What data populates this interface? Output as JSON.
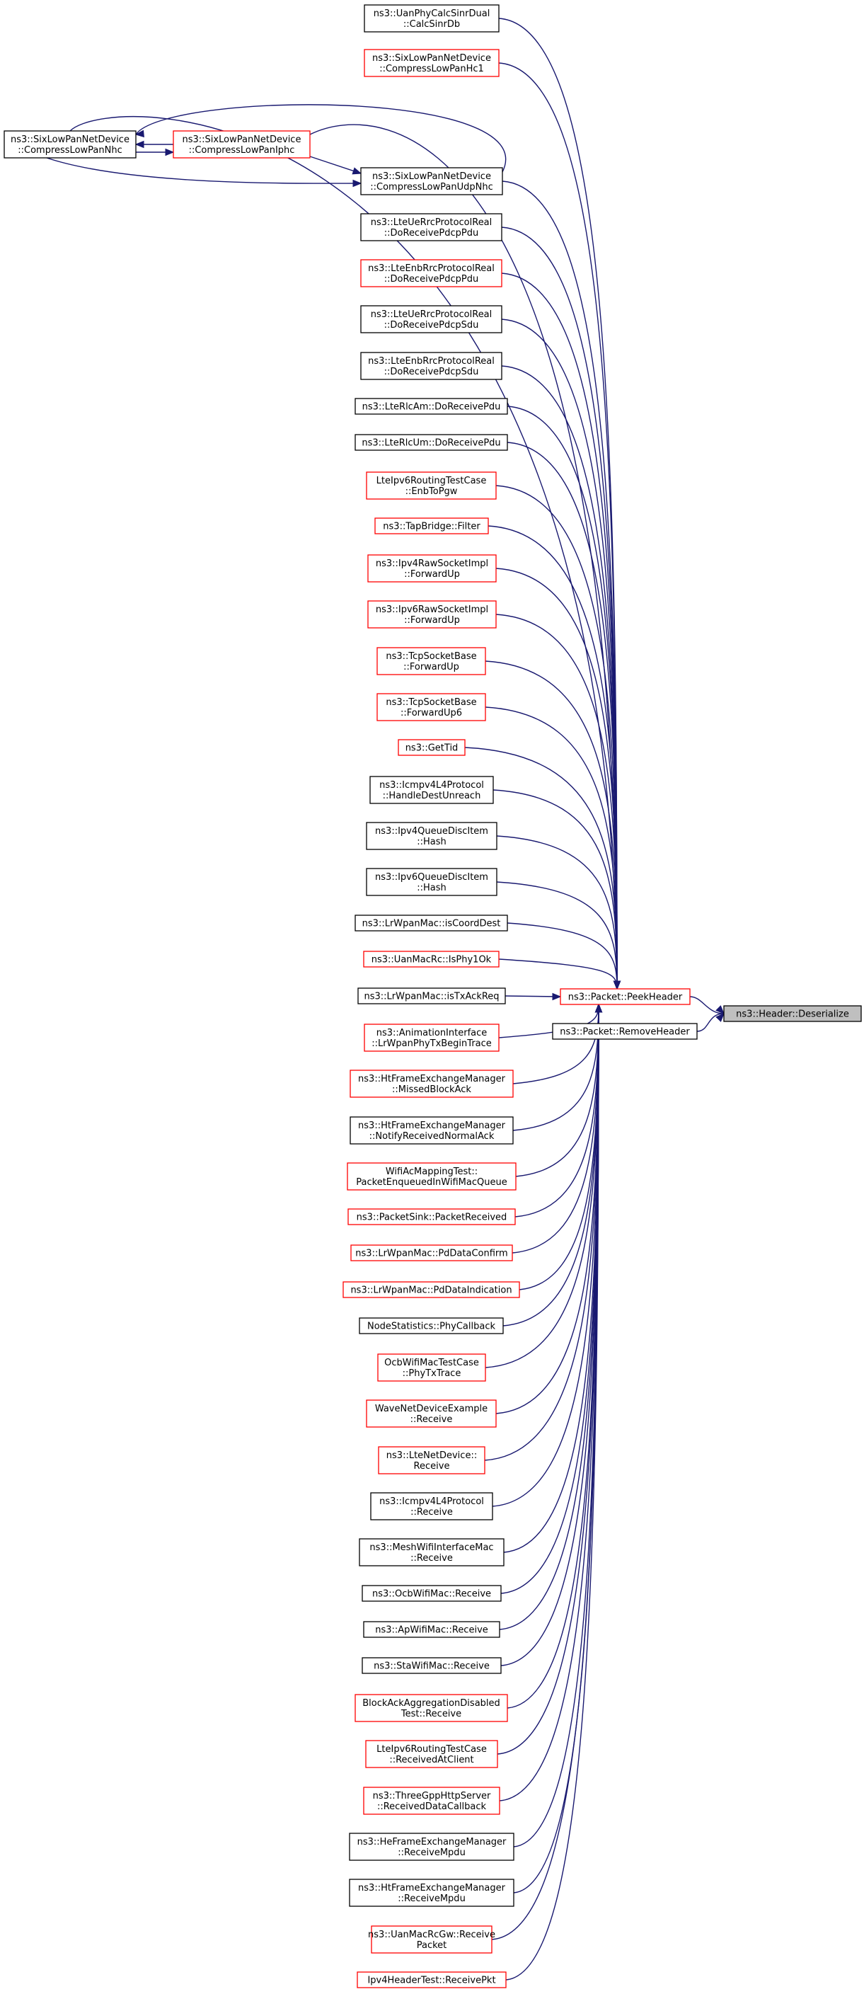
{
  "colors": {
    "edge": "#191970",
    "border_black": "#000000",
    "border_red": "#ff0000",
    "focus_fill": "#bfbfbf",
    "node_fill": "#ffffff"
  },
  "nodes": {
    "deserialize": {
      "lines": [
        "ns3::Header::Deserialize"
      ],
      "border": "black",
      "focus": true
    },
    "peek": {
      "lines": [
        "ns3::Packet::PeekHeader"
      ],
      "border": "red"
    },
    "remove": {
      "lines": [
        "ns3::Packet::RemoveHeader"
      ],
      "border": "black"
    },
    "nhc": {
      "lines": [
        "ns3::SixLowPanNetDevice",
        "::CompressLowPanNhc"
      ],
      "border": "black"
    },
    "iphc": {
      "lines": [
        "ns3::SixLowPanNetDevice",
        "::CompressLowPanIphc"
      ],
      "border": "red"
    },
    "c1": {
      "lines": [
        "ns3::UanPhyCalcSinrDual",
        "::CalcSinrDb"
      ],
      "border": "black"
    },
    "c2": {
      "lines": [
        "ns3::SixLowPanNetDevice",
        "::CompressLowPanHc1"
      ],
      "border": "red"
    },
    "c3": {
      "lines": [
        "ns3::SixLowPanNetDevice",
        "::CompressLowPanUdpNhc"
      ],
      "border": "black"
    },
    "c4": {
      "lines": [
        "ns3::LteUeRrcProtocolReal",
        "::DoReceivePdcpPdu"
      ],
      "border": "black"
    },
    "c5": {
      "lines": [
        "ns3::LteEnbRrcProtocolReal",
        "::DoReceivePdcpPdu"
      ],
      "border": "red"
    },
    "c6": {
      "lines": [
        "ns3::LteUeRrcProtocolReal",
        "::DoReceivePdcpSdu"
      ],
      "border": "black"
    },
    "c7": {
      "lines": [
        "ns3::LteEnbRrcProtocolReal",
        "::DoReceivePdcpSdu"
      ],
      "border": "black"
    },
    "c8": {
      "lines": [
        "ns3::LteRlcAm::DoReceivePdu"
      ],
      "border": "black"
    },
    "c9": {
      "lines": [
        "ns3::LteRlcUm::DoReceivePdu"
      ],
      "border": "black"
    },
    "c10": {
      "lines": [
        "LteIpv6RoutingTestCase",
        "::EnbToPgw"
      ],
      "border": "red"
    },
    "c11": {
      "lines": [
        "ns3::TapBridge::Filter"
      ],
      "border": "red"
    },
    "c12": {
      "lines": [
        "ns3::Ipv4RawSocketImpl",
        "::ForwardUp"
      ],
      "border": "red"
    },
    "c13": {
      "lines": [
        "ns3::Ipv6RawSocketImpl",
        "::ForwardUp"
      ],
      "border": "red"
    },
    "c14": {
      "lines": [
        "ns3::TcpSocketBase",
        "::ForwardUp"
      ],
      "border": "red"
    },
    "c15": {
      "lines": [
        "ns3::TcpSocketBase",
        "::ForwardUp6"
      ],
      "border": "red"
    },
    "c16": {
      "lines": [
        "ns3::GetTid"
      ],
      "border": "red"
    },
    "c17": {
      "lines": [
        "ns3::Icmpv4L4Protocol",
        "::HandleDestUnreach"
      ],
      "border": "black"
    },
    "c18": {
      "lines": [
        "ns3::Ipv4QueueDiscItem",
        "::Hash"
      ],
      "border": "black"
    },
    "c19": {
      "lines": [
        "ns3::Ipv6QueueDiscItem",
        "::Hash"
      ],
      "border": "black"
    },
    "c20": {
      "lines": [
        "ns3::LrWpanMac::isCoordDest"
      ],
      "border": "black"
    },
    "c21": {
      "lines": [
        "ns3::UanMacRc::IsPhy1Ok"
      ],
      "border": "red"
    },
    "c22": {
      "lines": [
        "ns3::LrWpanMac::isTxAckReq"
      ],
      "border": "black"
    },
    "c23": {
      "lines": [
        "ns3::AnimationInterface",
        "::LrWpanPhyTxBeginTrace"
      ],
      "border": "red"
    },
    "c24": {
      "lines": [
        "ns3::HtFrameExchangeManager",
        "::MissedBlockAck"
      ],
      "border": "red"
    },
    "c25": {
      "lines": [
        "ns3::HtFrameExchangeManager",
        "::NotifyReceivedNormalAck"
      ],
      "border": "black"
    },
    "c26": {
      "lines": [
        "WifiAcMappingTest::",
        "PacketEnqueuedInWifiMacQueue"
      ],
      "border": "red"
    },
    "c27": {
      "lines": [
        "ns3::PacketSink::PacketReceived"
      ],
      "border": "red"
    },
    "c28": {
      "lines": [
        "ns3::LrWpanMac::PdDataConfirm"
      ],
      "border": "red"
    },
    "c29": {
      "lines": [
        "ns3::LrWpanMac::PdDataIndication"
      ],
      "border": "red"
    },
    "c30": {
      "lines": [
        "NodeStatistics::PhyCallback"
      ],
      "border": "black"
    },
    "c31": {
      "lines": [
        "OcbWifiMacTestCase",
        "::PhyTxTrace"
      ],
      "border": "red"
    },
    "c32": {
      "lines": [
        "WaveNetDeviceExample",
        "::Receive"
      ],
      "border": "red"
    },
    "c33": {
      "lines": [
        "ns3::LteNetDevice::",
        "Receive"
      ],
      "border": "red"
    },
    "c34": {
      "lines": [
        "ns3::Icmpv4L4Protocol",
        "::Receive"
      ],
      "border": "black"
    },
    "c35": {
      "lines": [
        "ns3::MeshWifiInterfaceMac",
        "::Receive"
      ],
      "border": "black"
    },
    "c36": {
      "lines": [
        "ns3::OcbWifiMac::Receive"
      ],
      "border": "black"
    },
    "c37": {
      "lines": [
        "ns3::ApWifiMac::Receive"
      ],
      "border": "black"
    },
    "c38": {
      "lines": [
        "ns3::StaWifiMac::Receive"
      ],
      "border": "black"
    },
    "c39": {
      "lines": [
        "BlockAckAggregationDisabled",
        "Test::Receive"
      ],
      "border": "red"
    },
    "c40": {
      "lines": [
        "LteIpv6RoutingTestCase",
        "::ReceivedAtClient"
      ],
      "border": "red"
    },
    "c41": {
      "lines": [
        "ns3::ThreeGppHttpServer",
        "::ReceivedDataCallback"
      ],
      "border": "red"
    },
    "c42": {
      "lines": [
        "ns3::HeFrameExchangeManager",
        "::ReceiveMpdu"
      ],
      "border": "black"
    },
    "c43": {
      "lines": [
        "ns3::HtFrameExchangeManager",
        "::ReceiveMpdu"
      ],
      "border": "black"
    },
    "c44": {
      "lines": [
        "ns3::UanMacRcGw::Receive",
        "Packet"
      ],
      "border": "red"
    },
    "c45": {
      "lines": [
        "Ipv4HeaderTest::ReceivePkt"
      ],
      "border": "red"
    }
  },
  "edges": [
    [
      "peek",
      "deserialize"
    ],
    [
      "remove",
      "deserialize"
    ],
    [
      "c1",
      "peek"
    ],
    [
      "c2",
      "peek"
    ],
    [
      "c3",
      "peek"
    ],
    [
      "c4",
      "peek"
    ],
    [
      "c5",
      "peek"
    ],
    [
      "c6",
      "peek"
    ],
    [
      "c7",
      "peek"
    ],
    [
      "c8",
      "peek"
    ],
    [
      "c9",
      "peek"
    ],
    [
      "c10",
      "peek"
    ],
    [
      "c11",
      "peek"
    ],
    [
      "c12",
      "peek"
    ],
    [
      "c13",
      "peek"
    ],
    [
      "c14",
      "peek"
    ],
    [
      "c15",
      "peek"
    ],
    [
      "c16",
      "peek"
    ],
    [
      "c17",
      "peek"
    ],
    [
      "c18",
      "peek"
    ],
    [
      "c19",
      "peek"
    ],
    [
      "c20",
      "peek"
    ],
    [
      "c21",
      "peek"
    ],
    [
      "c22",
      "peek"
    ],
    [
      "c23",
      "peek"
    ],
    [
      "c24",
      "peek"
    ],
    [
      "c25",
      "peek"
    ],
    [
      "c26",
      "peek"
    ],
    [
      "c27",
      "peek"
    ],
    [
      "c28",
      "peek"
    ],
    [
      "c29",
      "peek"
    ],
    [
      "c30",
      "peek"
    ],
    [
      "c31",
      "peek"
    ],
    [
      "c32",
      "peek"
    ],
    [
      "c33",
      "peek"
    ],
    [
      "c34",
      "peek"
    ],
    [
      "c35",
      "peek"
    ],
    [
      "c36",
      "peek"
    ],
    [
      "c37",
      "peek"
    ],
    [
      "c38",
      "peek"
    ],
    [
      "c39",
      "peek"
    ],
    [
      "c40",
      "peek"
    ],
    [
      "c41",
      "peek"
    ],
    [
      "c42",
      "peek"
    ],
    [
      "c43",
      "peek"
    ],
    [
      "c44",
      "peek"
    ],
    [
      "c45",
      "peek"
    ],
    [
      "nhc",
      "peek"
    ],
    [
      "iphc",
      "peek"
    ],
    [
      "iphc",
      "nhc"
    ],
    [
      "nhc",
      "iphc"
    ],
    [
      "c3",
      "nhc"
    ],
    [
      "nhc",
      "c3"
    ],
    [
      "iphc",
      "c3"
    ]
  ]
}
